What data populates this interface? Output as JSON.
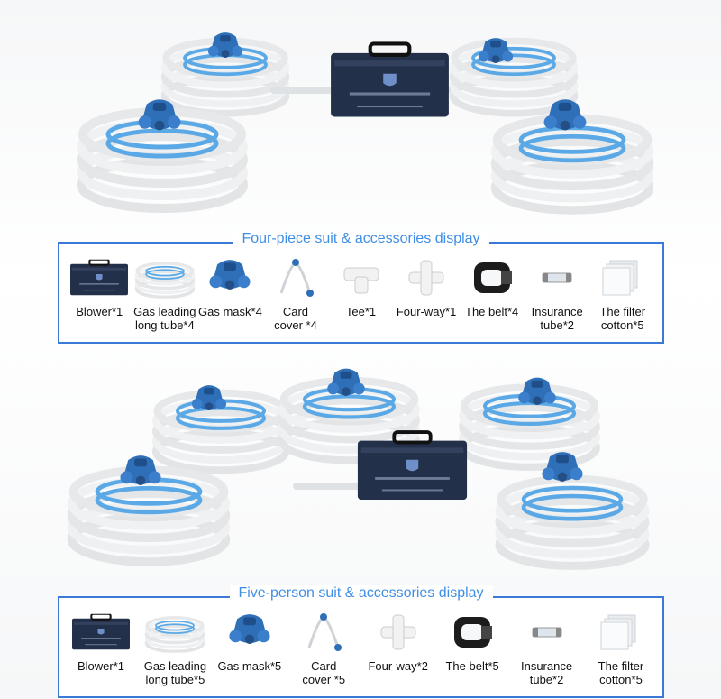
{
  "section1": {
    "title": "Four-piece suit & accessories display",
    "items": [
      {
        "label": "Blower*1",
        "icon": "blower-icon"
      },
      {
        "label": "Gas leading\nlong tube*4",
        "icon": "coiled-tube-icon"
      },
      {
        "label": "Gas mask*4",
        "icon": "gas-mask-icon"
      },
      {
        "label": "Card\ncover *4",
        "icon": "card-cover-icon"
      },
      {
        "label": "Tee*1",
        "icon": "tee-connector-icon"
      },
      {
        "label": "Four-way*1",
        "icon": "four-way-connector-icon"
      },
      {
        "label": "The belt*4",
        "icon": "belt-icon"
      },
      {
        "label": "Insurance\ntube*2",
        "icon": "fuse-icon"
      },
      {
        "label": "The filter\ncotton*5",
        "icon": "filter-cotton-icon"
      }
    ]
  },
  "section2": {
    "title": "Five-person suit & accessories display",
    "items": [
      {
        "label": "Blower*1",
        "icon": "blower-icon"
      },
      {
        "label": "Gas leading\nlong tube*5",
        "icon": "coiled-tube-icon"
      },
      {
        "label": "Gas mask*5",
        "icon": "gas-mask-icon"
      },
      {
        "label": "Card\ncover *5",
        "icon": "card-cover-icon"
      },
      {
        "label": "Four-way*2",
        "icon": "four-way-connector-icon"
      },
      {
        "label": "The belt*5",
        "icon": "belt-icon"
      },
      {
        "label": "Insurance\ntube*2",
        "icon": "fuse-icon"
      },
      {
        "label": "The filter\ncotton*5",
        "icon": "filter-cotton-icon"
      }
    ]
  },
  "colors": {
    "accent": "#3a7ad6",
    "title": "#3f8ee6",
    "mask": "#2f6fb8",
    "device": "#23304a"
  }
}
